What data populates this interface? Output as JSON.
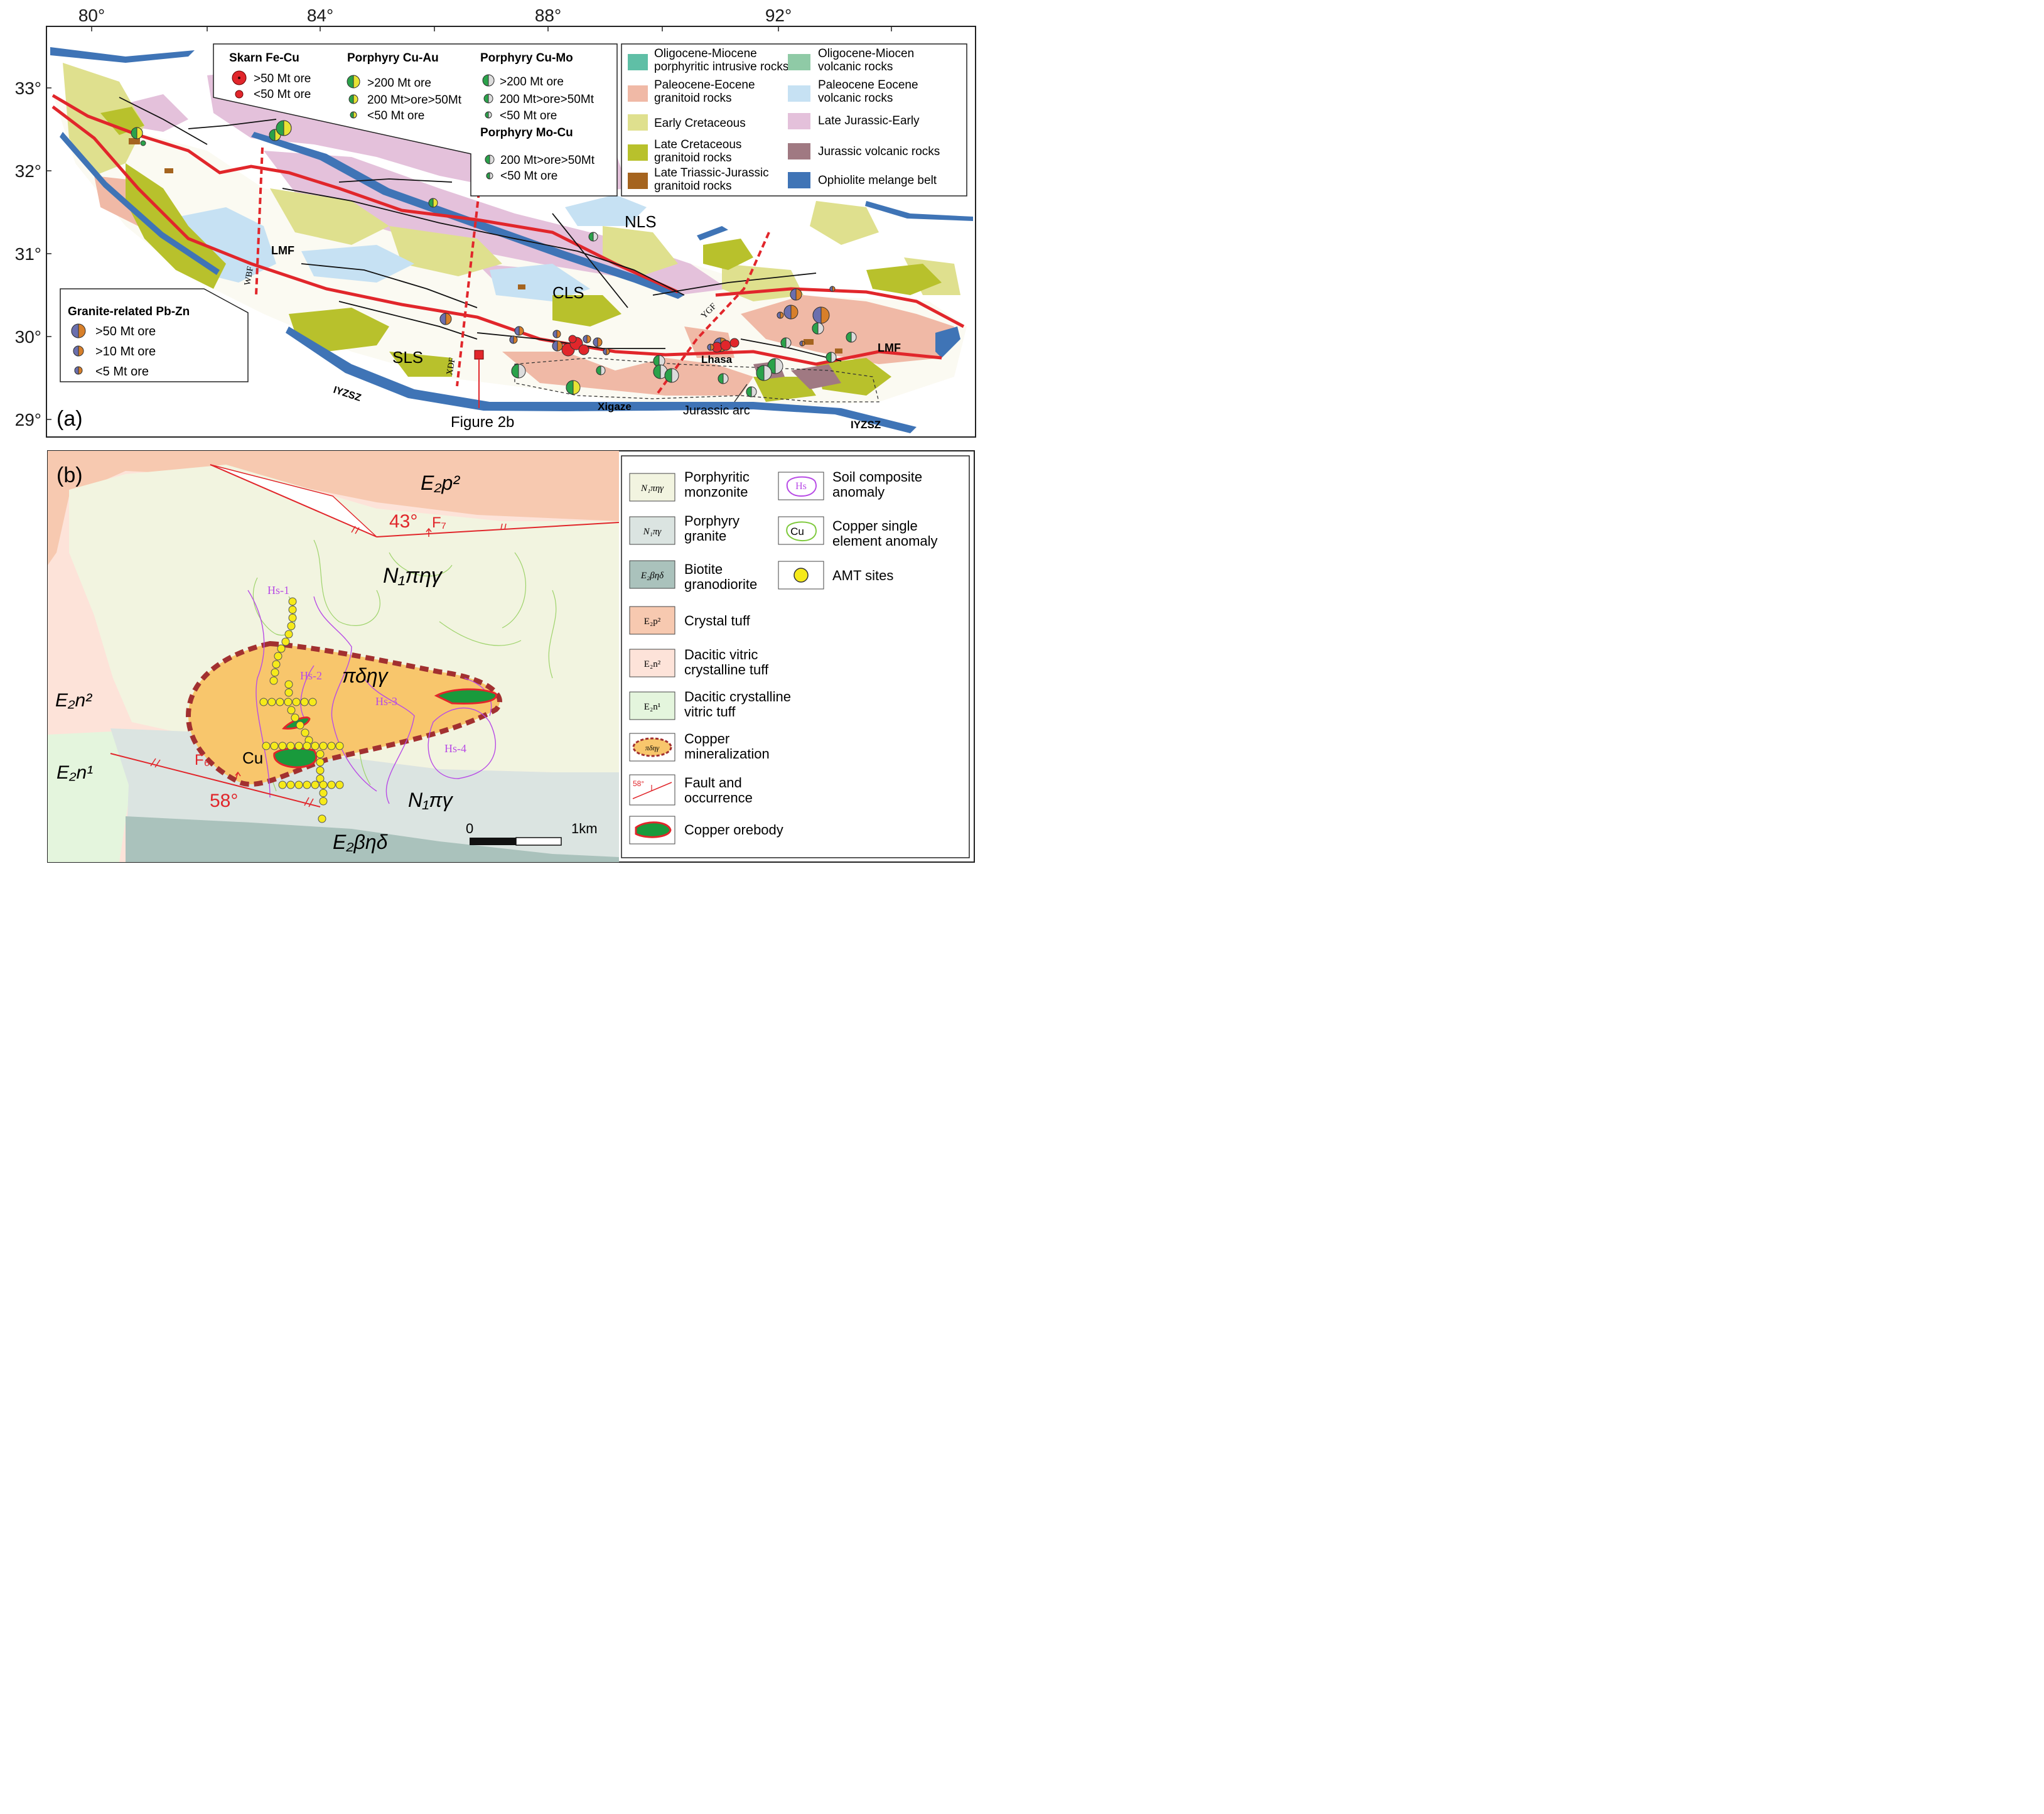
{
  "panel_a": {
    "label": "(a)",
    "lon_ticks": [
      "80°",
      "84°",
      "88°",
      "92°"
    ],
    "lat_ticks": [
      "33°",
      "32°",
      "31°",
      "30°",
      "29°"
    ],
    "map_labels": {
      "nls": "NLS",
      "cls": "CLS",
      "sls": "SLS",
      "lmf_west": "LMF",
      "lmf_east": "LMF",
      "iyzsz_west": "IYZSZ",
      "iyzsz_east": "IYZSZ",
      "wbf": "WBF",
      "xdf": "XDF",
      "ygf": "YGF",
      "lhasa": "Lhasa",
      "xigaze": "Xigaze",
      "jurassic_arc": "Jurassic arc",
      "figure2b": "Figure 2b"
    },
    "deposit_legend": {
      "skarn": {
        "title": "Skarn Fe-Cu",
        "items": [
          ">50 Mt ore",
          "<50 Mt ore"
        ]
      },
      "cuau": {
        "title": "Porphyry Cu-Au",
        "items": [
          ">200 Mt ore",
          "200 Mt>ore>50Mt",
          "<50 Mt ore"
        ]
      },
      "cumo": {
        "title": "Porphyry Cu-Mo",
        "items": [
          ">200 Mt ore",
          "200 Mt>ore>50Mt",
          "<50 Mt ore"
        ]
      },
      "mocu": {
        "title": "Porphyry Mo-Cu",
        "items": [
          "200 Mt>ore>50Mt",
          "<50 Mt ore"
        ]
      }
    },
    "pbzn_legend": {
      "title": "Granite-related Pb-Zn",
      "items": [
        ">50 Mt ore",
        ">10 Mt ore",
        "<5 Mt ore"
      ]
    },
    "rock_legend": [
      {
        "line1": "Oligocene-Miocene",
        "line2": "porphyritic intrusive rocks",
        "color": "#5fbfa6"
      },
      {
        "line1": "Oligocene-Miocen",
        "line2": "volcanic rocks",
        "color": "#8fcaa6"
      },
      {
        "line1": "Paleocene-Eocene",
        "line2": "granitoid rocks",
        "color": "#f0b9a6"
      },
      {
        "line1": "Paleocene Eocene",
        "line2": "volcanic rocks",
        "color": "#c6e1f3"
      },
      {
        "line1": "Early Cretaceous",
        "line2": "",
        "color": "#dfe08e"
      },
      {
        "line1": "Late Jurassic-Early",
        "line2": "",
        "color": "#e4c1db"
      },
      {
        "line1": "Late Cretaceous",
        "line2": "granitoid rocks",
        "color": "#b8c12c"
      },
      {
        "line1": "Jurassic volcanic rocks",
        "line2": "",
        "color": "#a07982"
      },
      {
        "line1": "Late Triassic-Jurassic",
        "line2": "granitoid rocks",
        "color": "#a5641f"
      },
      {
        "line1": "Ophiolite melange belt",
        "line2": "",
        "color": "#3f74b6"
      }
    ]
  },
  "panel_b": {
    "label": "(b)",
    "map_labels": {
      "e2p2": "E₂p²",
      "n1pnyg": "N₁πηγ",
      "pdnyg": "πδηγ",
      "e2n2": "E₂n²",
      "e2n1": "E₂n¹",
      "n1pg": "N₁πγ",
      "e2bnd": "E₂βηδ",
      "cu": "Cu",
      "f6": "F₆",
      "f7": "F₇",
      "dip43": "43°",
      "dip58": "58°",
      "hs1": "Hs-1",
      "hs2": "Hs-2",
      "hs3": "Hs-3",
      "hs4": "Hs-4"
    },
    "scale": {
      "zero": "0",
      "end": "1km"
    },
    "legend": [
      {
        "swatch": "N₁πηγ",
        "line1": "Porphyritic",
        "line2": "monzonite",
        "color": "#f2f4e0"
      },
      {
        "swatch": "N₁πγ",
        "line1": "Porphyry",
        "line2": "granite",
        "color": "#dbe4e1"
      },
      {
        "swatch": "E₂βηδ",
        "line1": "Biotite",
        "line2": "granodiorite",
        "color": "#aac2bc"
      },
      {
        "swatch": "E₂p²",
        "line1": "Crystal tuff",
        "line2": "",
        "color": "#f7c9b0"
      },
      {
        "swatch": "E₂n²",
        "line1": "Dacitic vitric",
        "line2": "crystalline tuff",
        "color": "#fde3d9"
      },
      {
        "swatch": "E₂n¹",
        "line1": "Dacitic crystalline",
        "line2": "vitric tuff",
        "color": "#e4f5dd"
      },
      {
        "swatch": "πδηγ",
        "line1": "Copper",
        "line2": "mineralization",
        "color": "#f8c66c"
      },
      {
        "swatch": "58°",
        "line1": "Fault and",
        "line2": "occurrence",
        "color": "#ffffff"
      },
      {
        "swatch": "",
        "line1": "Copper orebody",
        "line2": "",
        "color": "#199a3c"
      }
    ],
    "legend_right": [
      {
        "swatch": "Hs",
        "line1": "Soil composite",
        "line2": "anomaly"
      },
      {
        "swatch": "Cu",
        "line1": "Copper single",
        "line2": "element anomaly"
      },
      {
        "swatch": "",
        "line1": "AMT sites",
        "line2": ""
      }
    ]
  }
}
